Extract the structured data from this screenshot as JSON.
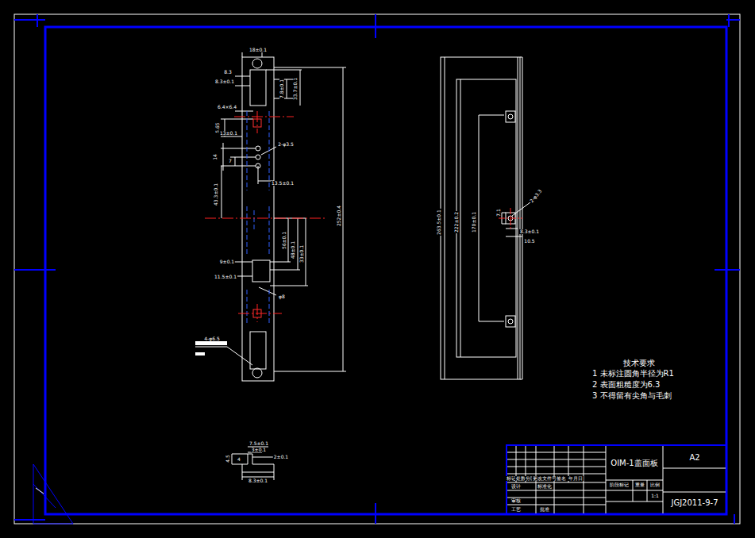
{
  "diagram": {
    "labels": [
      "18±0.1",
      "8.3",
      "8.3±0.1",
      "7.8±0.1",
      "33.7±0.1",
      "6.4×6.4",
      "5.65",
      "13±0.1",
      "2-φ3.5",
      "14",
      "7",
      "13.5±0.1",
      "43.3±0.1",
      "252±0.4",
      "56±0.1",
      "48±0.1",
      "33±0.1",
      "9±0.1",
      "11.5±0.1",
      "φ8",
      "4-φ6.5",
      "263.5±0.1",
      "222±0.2",
      "170±0.1",
      "2-φ3.3",
      "7.1",
      "8.3±0.1",
      "10.5",
      "7.5±0.1",
      "3±0.1",
      "4.5",
      "4",
      "2±0.1",
      "8.3±0.1",
      "技术要求",
      "1 未标注圆角半径为R1",
      "2 表面粗糙度为6.3",
      "3 不得留有尖角与毛刺",
      "OIM-1盖面板",
      "A2",
      "JGJ2011-9-7",
      "1:1",
      "标记",
      "处数",
      "分区",
      "更改文件号",
      "签名",
      "年月日",
      "设计",
      "标准化",
      "阶段标记",
      "重量",
      "比例",
      "审核",
      "工艺",
      "批准"
    ]
  }
}
